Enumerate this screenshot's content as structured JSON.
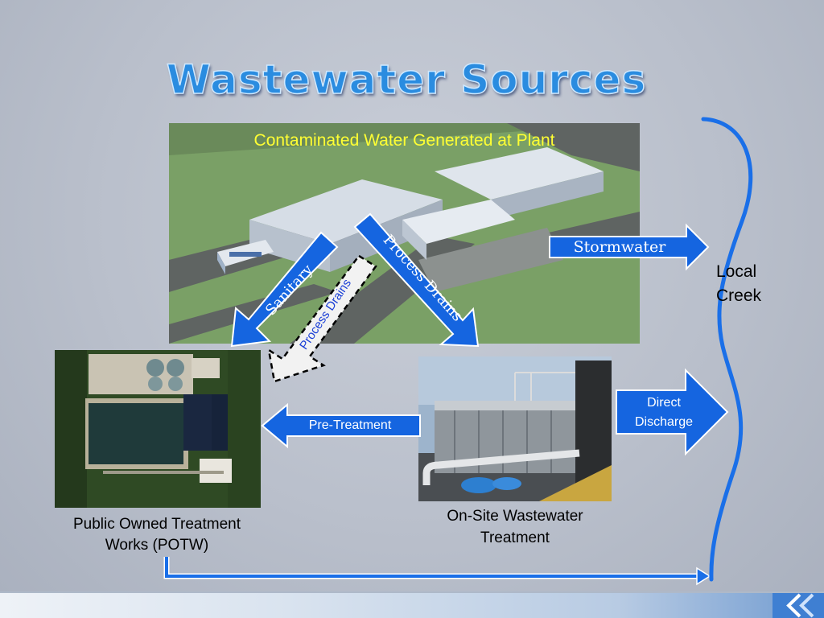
{
  "slide": {
    "title": "Wastewater Sources",
    "plant_label": "Contaminated Water Generated at Plant",
    "arrows": {
      "sanitary": "Sanitary",
      "process_drains_dashed": "Process Drains",
      "process_drains": "Process Drains",
      "stormwater": "Stormwater",
      "pre_treatment": "Pre-Treatment",
      "direct_discharge_line1": "Direct",
      "direct_discharge_line2": "Discharge"
    },
    "creek_line1": "Local",
    "creek_line2": "Creek",
    "potw_caption_line1": "Public Owned Treatment",
    "potw_caption_line2": "Works (POTW)",
    "onsite_caption_line1": "On-Site Wastewater",
    "onsite_caption_line2": "Treatment"
  },
  "colors": {
    "title": "#2a8ce0",
    "arrow_fill": "#1565e0",
    "arrow_stroke": "#ffffff",
    "plant_label": "#ffff33",
    "creek_line": "#1a6fe8"
  }
}
